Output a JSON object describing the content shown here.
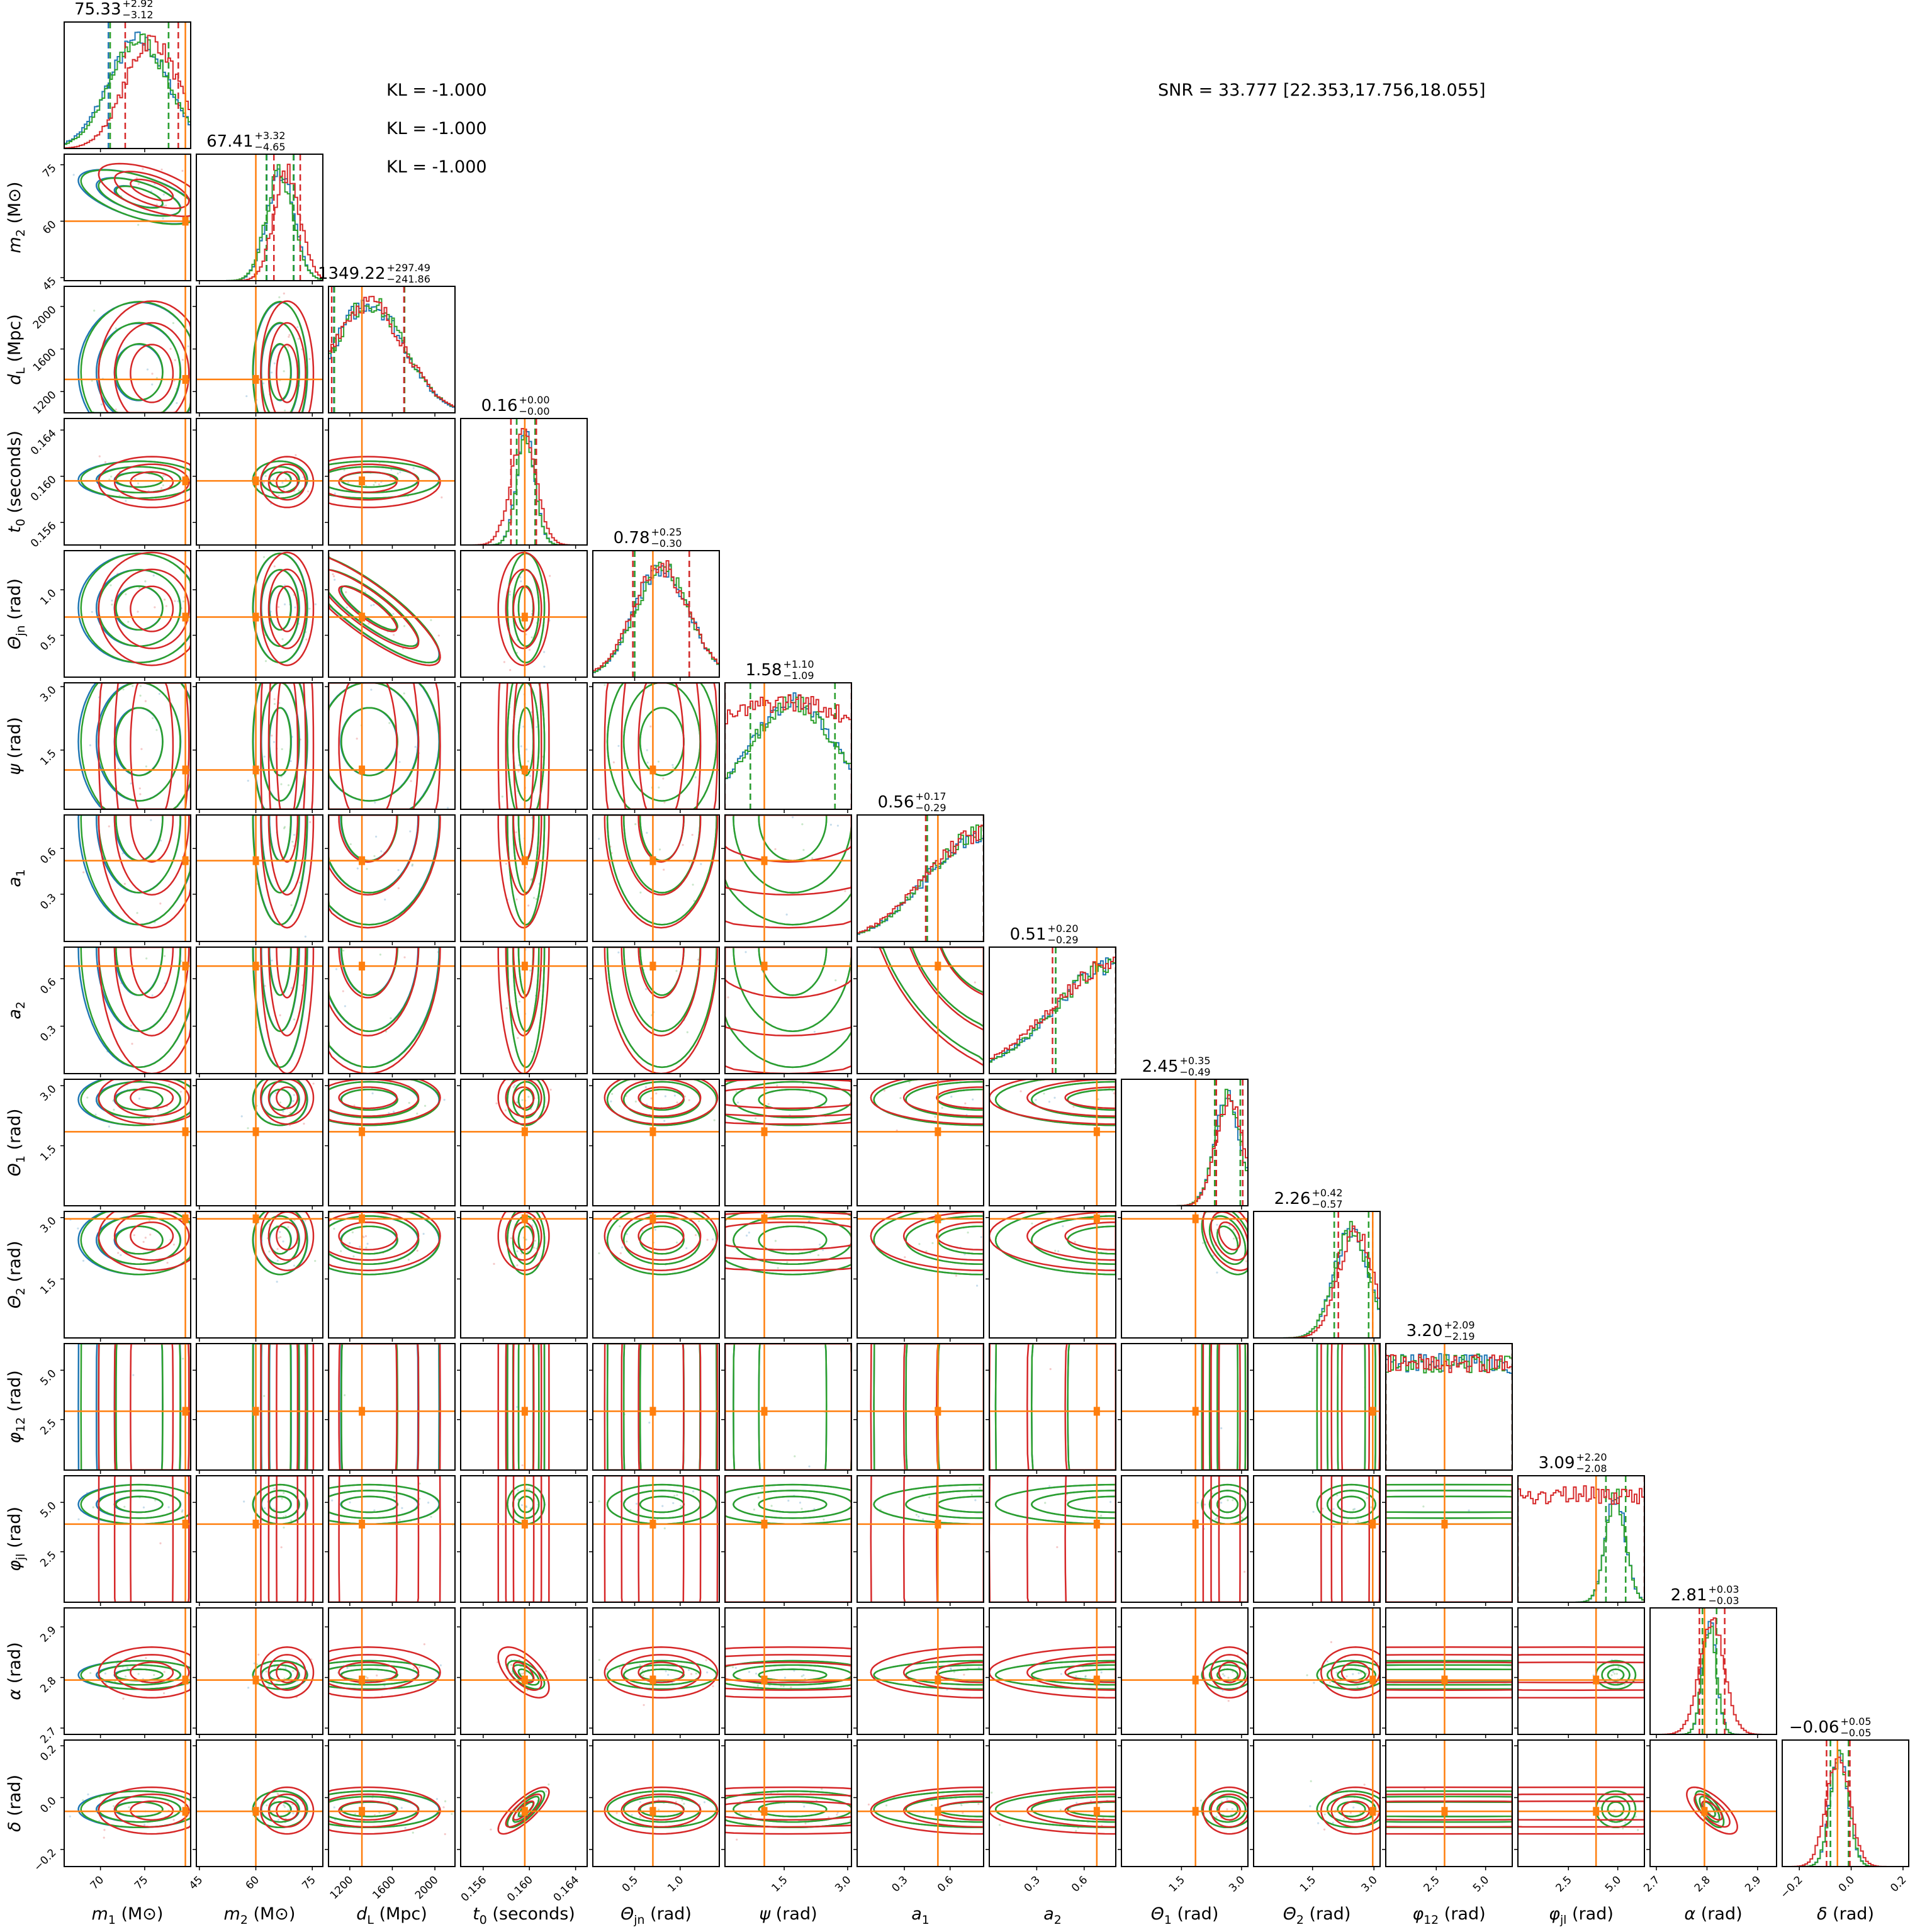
{
  "annotations": {
    "kl": [
      "KL = -1.000",
      "KL = -1.000",
      "KL = -1.000"
    ],
    "snr": "SNR = 33.777 [22.353,17.756,18.055]"
  },
  "chart_data": {
    "type": "corner",
    "series_colors": [
      "#1f77b4",
      "#2ca02c",
      "#d62728"
    ],
    "truth_color": "#ff7f0e",
    "parameters": [
      {
        "sym": "m",
        "sub": "1",
        "unit": " (M⊙)",
        "title": "75.33",
        "plus": "+2.92",
        "minus": "−3.12",
        "range": [
          65.9,
          80.2
        ],
        "ticks": [
          70,
          75
        ],
        "tick_labels": [
          "70",
          "75"
        ],
        "truth": 79.6,
        "series": [
          {
            "mean": 74.3,
            "sd": 3.4
          },
          {
            "mean": 74.4,
            "sd": 3.3
          },
          {
            "mean": 75.8,
            "sd": 3.0
          }
        ]
      },
      {
        "sym": "m",
        "sub": "2",
        "unit": " (M⊙)",
        "title": "67.41",
        "plus": "+3.32",
        "minus": "−4.65",
        "range": [
          44.2,
          77.8
        ],
        "ticks": [
          45,
          60,
          75
        ],
        "tick_labels": [
          "45",
          "60",
          "75"
        ],
        "truth": 60,
        "series": [
          {
            "mean": 66.5,
            "sd": 3.6
          },
          {
            "mean": 66.4,
            "sd": 3.6
          },
          {
            "mean": 68.3,
            "sd": 3.5
          }
        ]
      },
      {
        "sym": "d",
        "sub": "L",
        "unit": " (Mpc)",
        "title": "1349.22",
        "plus": "+297.49",
        "minus": "−241.86",
        "range": [
          1000,
          2189
        ],
        "ticks": [
          1200,
          1600,
          2000
        ],
        "tick_labels": [
          "1200",
          "1600",
          "2000"
        ],
        "truth": 1314,
        "series": [
          {
            "mean": 1380,
            "sd": 330
          },
          {
            "mean": 1385,
            "sd": 330
          },
          {
            "mean": 1370,
            "sd": 340
          }
        ]
      },
      {
        "sym": "t",
        "sub": "0",
        "unit": " (seconds)",
        "title": "0.16",
        "plus": "+0.00",
        "minus": "−0.00",
        "range": [
          0.15405,
          0.165
        ],
        "ticks": [
          0.156,
          0.16,
          0.164
        ],
        "tick_labels": [
          "0.156",
          "0.160",
          "0.164"
        ],
        "truth": 0.1596,
        "series": [
          {
            "mean": 0.1597,
            "sd": 0.0008
          },
          {
            "mean": 0.1597,
            "sd": 0.0008
          },
          {
            "mean": 0.1595,
            "sd": 0.0011
          }
        ]
      },
      {
        "sym": "Θ",
        "sub": "jn",
        "unit": " (rad)",
        "title": "0.78",
        "plus": "+0.25",
        "minus": "−0.30",
        "range": [
          0.04,
          1.43
        ],
        "ticks": [
          0.5,
          1.0
        ],
        "tick_labels": [
          "0.5",
          "1.0"
        ],
        "truth": 0.7,
        "series": [
          {
            "mean": 0.8,
            "sd": 0.3
          },
          {
            "mean": 0.8,
            "sd": 0.3
          },
          {
            "mean": 0.79,
            "sd": 0.31
          }
        ]
      },
      {
        "sym": "ψ",
        "sub": "",
        "unit": " (rad)",
        "title": "1.58",
        "plus": "+1.10",
        "minus": "−1.09",
        "range": [
          0.1,
          3.09
        ],
        "ticks": [
          1.5,
          3.0
        ],
        "tick_labels": [
          "1.5",
          "3.0"
        ],
        "truth": 1.03,
        "series": [
          {
            "mean": 1.7,
            "sd": 1.0
          },
          {
            "mean": 1.7,
            "sd": 1.0
          },
          {
            "mean": 1.6,
            "sd": 2.5
          }
        ]
      },
      {
        "sym": "a",
        "sub": "1",
        "unit": "",
        "title": "0.56",
        "plus": "+0.17",
        "minus": "−0.29",
        "range": [
          -0.01,
          0.82
        ],
        "ticks": [
          0.3,
          0.6
        ],
        "tick_labels": [
          "0.3",
          "0.6"
        ],
        "truth": 0.52,
        "series": [
          {
            "mean": 0.8,
            "sd": 0.35
          },
          {
            "mean": 0.8,
            "sd": 0.35
          },
          {
            "mean": 0.8,
            "sd": 0.36
          }
        ]
      },
      {
        "sym": "a",
        "sub": "2",
        "unit": "",
        "title": "0.51",
        "plus": "+0.20",
        "minus": "−0.29",
        "range": [
          0.0,
          0.8
        ],
        "ticks": [
          0.3,
          0.6
        ],
        "tick_labels": [
          "0.3",
          "0.6"
        ],
        "truth": 0.68,
        "series": [
          {
            "mean": 0.8,
            "sd": 0.38
          },
          {
            "mean": 0.8,
            "sd": 0.38
          },
          {
            "mean": 0.8,
            "sd": 0.4
          }
        ]
      },
      {
        "sym": "Θ",
        "sub": "1",
        "unit": " (rad)",
        "title": "2.45",
        "plus": "+0.35",
        "minus": "−0.49",
        "range": [
          0.0,
          3.16
        ],
        "ticks": [
          1.5,
          3.0
        ],
        "tick_labels": [
          "1.5",
          "3.0"
        ],
        "truth": 1.85,
        "series": [
          {
            "mean": 2.65,
            "sd": 0.32
          },
          {
            "mean": 2.65,
            "sd": 0.32
          },
          {
            "mean": 2.7,
            "sd": 0.33
          }
        ]
      },
      {
        "sym": "Θ",
        "sub": "2",
        "unit": " (rad)",
        "title": "2.26",
        "plus": "+0.42",
        "minus": "−0.57",
        "range": [
          0.06,
          3.15
        ],
        "ticks": [
          1.5,
          3.0
        ],
        "tick_labels": [
          "1.5",
          "3.0"
        ],
        "truth": 2.97,
        "series": [
          {
            "mean": 2.45,
            "sd": 0.42
          },
          {
            "mean": 2.45,
            "sd": 0.42
          },
          {
            "mean": 2.55,
            "sd": 0.42
          }
        ]
      },
      {
        "sym": "φ",
        "sub": "12",
        "unit": " (rad)",
        "title": "3.20",
        "plus": "+2.09",
        "minus": "−2.19",
        "range": [
          -0.06,
          6.35
        ],
        "ticks": [
          2.5,
          5.0
        ],
        "tick_labels": [
          "2.5",
          "5.0"
        ],
        "truth": 2.92,
        "series": [
          {
            "mean": 3.2,
            "sd": 20
          },
          {
            "mean": 3.2,
            "sd": 20
          },
          {
            "mean": 3.2,
            "sd": 20
          }
        ]
      },
      {
        "sym": "φ",
        "sub": "jl",
        "unit": " (rad)",
        "title": "3.09",
        "plus": "+2.20",
        "minus": "−2.08",
        "range": [
          -0.06,
          6.35
        ],
        "ticks": [
          2.5,
          5.0
        ],
        "tick_labels": [
          "2.5",
          "5.0"
        ],
        "truth": 3.9,
        "series": [
          {
            "mean": 4.9,
            "sd": 0.5
          },
          {
            "mean": 4.9,
            "sd": 0.5
          },
          {
            "mean": 3.2,
            "sd": 25
          }
        ]
      },
      {
        "sym": "α",
        "sub": "",
        "unit": " (rad)",
        "title": "2.81",
        "plus": "+0.03",
        "minus": "−0.03",
        "range": [
          2.6875,
          2.9375
        ],
        "ticks": [
          2.7,
          2.8,
          2.9
        ],
        "tick_labels": [
          "2.7",
          "2.8",
          "2.9"
        ],
        "truth": 2.795,
        "series": [
          {
            "mean": 2.805,
            "sd": 0.014
          },
          {
            "mean": 2.805,
            "sd": 0.014
          },
          {
            "mean": 2.81,
            "sd": 0.025
          }
        ]
      },
      {
        "sym": "δ",
        "sub": "",
        "unit": " (rad)",
        "title": "−0.06",
        "plus": "+0.05",
        "minus": "−0.05",
        "range": [
          -0.266,
          0.222
        ],
        "ticks": [
          -0.2,
          0.0,
          0.2
        ],
        "tick_labels": [
          "−0.2",
          "0.0",
          "0.2"
        ],
        "truth": -0.053,
        "series": [
          {
            "mean": -0.045,
            "sd": 0.035
          },
          {
            "mean": -0.045,
            "sd": 0.035
          },
          {
            "mean": -0.05,
            "sd": 0.045
          }
        ]
      }
    ],
    "correlations": [
      {
        "pair": [
          0,
          1
        ],
        "rho": -0.6
      },
      {
        "pair": [
          2,
          4
        ],
        "rho": -0.85
      },
      {
        "pair": [
          3,
          13
        ],
        "rho": 0.8
      },
      {
        "pair": [
          12,
          13
        ],
        "rho": -0.7
      },
      {
        "pair": [
          3,
          12
        ],
        "rho": -0.6
      },
      {
        "pair": [
          6,
          7
        ],
        "rho": -0.4
      },
      {
        "pair": [
          8,
          9
        ],
        "rho": -0.4
      }
    ],
    "contour_levels_sigma": [
      0.8,
      1.4,
      2.0
    ]
  }
}
